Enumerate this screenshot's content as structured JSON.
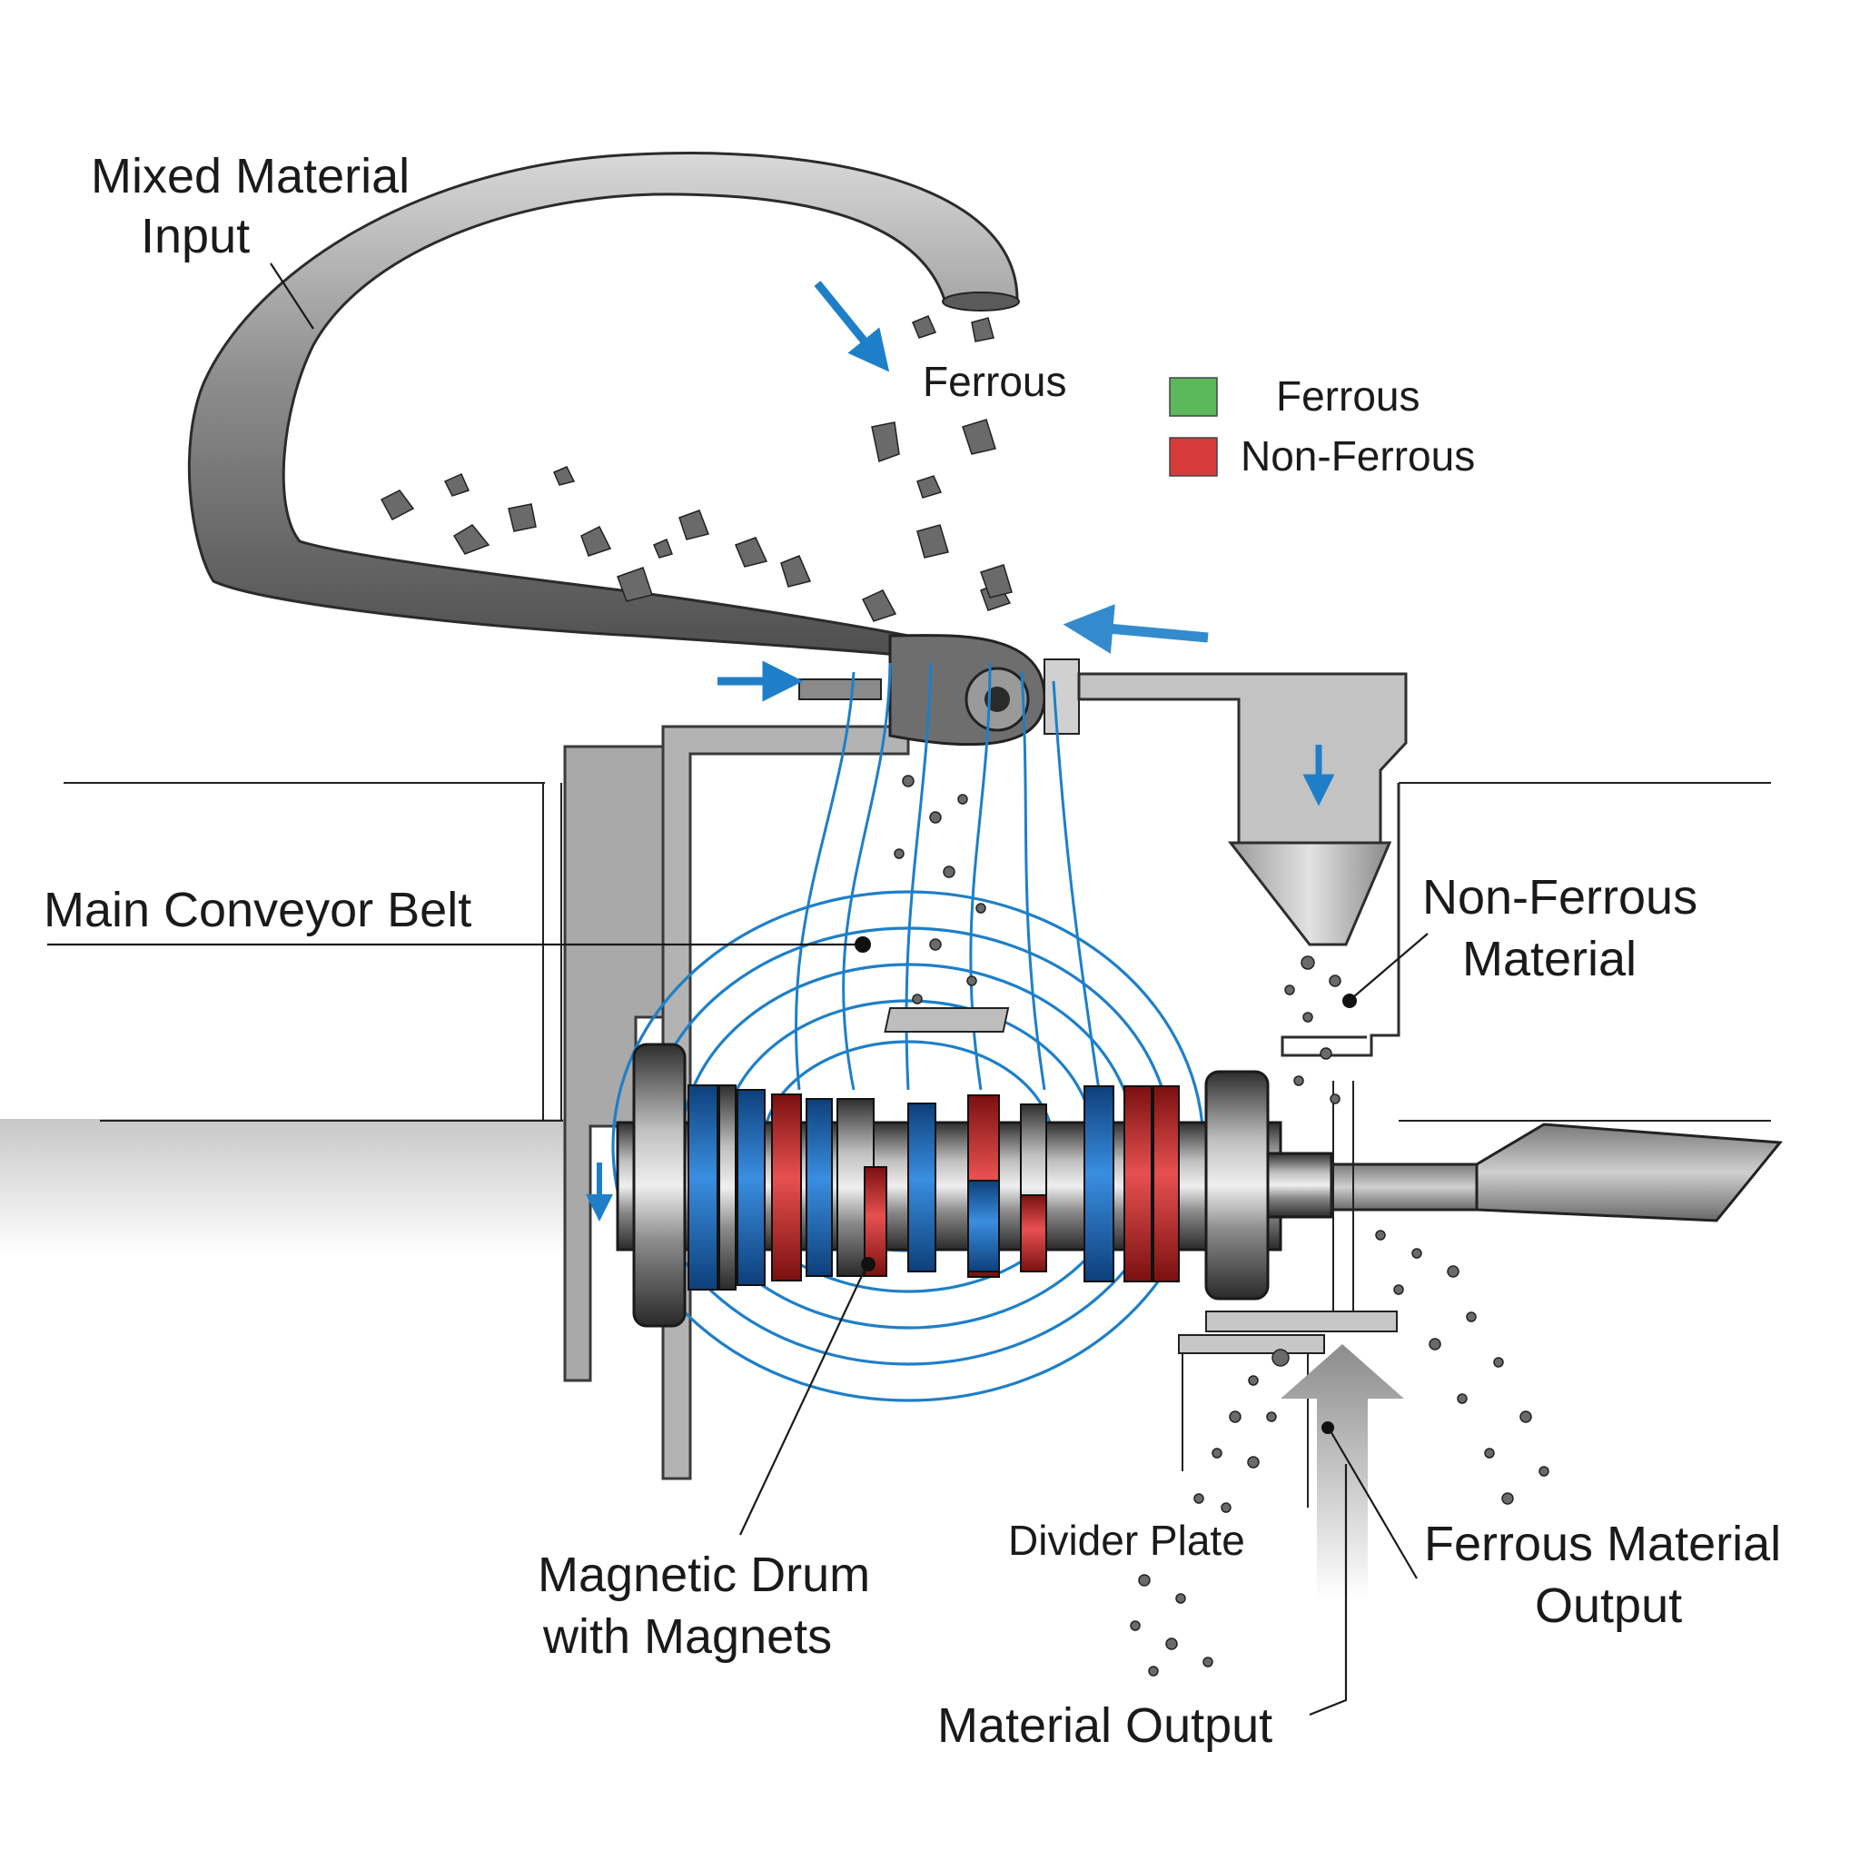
{
  "labels": {
    "mixed_input_line1": "Mixed Material",
    "mixed_input_line2": "Input",
    "ferrous_top": "Ferrous",
    "main_belt": "Main Conveyor Belt",
    "non_ferrous_line1": "Non-Ferrous",
    "non_ferrous_line2": "Material",
    "drum_line1": "Magnetic Drum",
    "drum_line2": "with Magnets",
    "divider": "Divider Plate",
    "ferrous_output_line1": "Ferrous Material",
    "ferrous_output_line2": "Output",
    "material_output": "Material Output"
  },
  "legend": {
    "items": [
      {
        "label": "Ferrous",
        "color": "#5bb85b"
      },
      {
        "label": "Non-Ferrous",
        "color": "#d63a3a"
      }
    ]
  },
  "colors": {
    "flow_arrow": "#1e7fc8",
    "magnet_blue": "#1f6fc4",
    "magnet_red": "#d63333",
    "metal_dark": "#4a4a4a",
    "metal_light": "#bdbdbd"
  }
}
